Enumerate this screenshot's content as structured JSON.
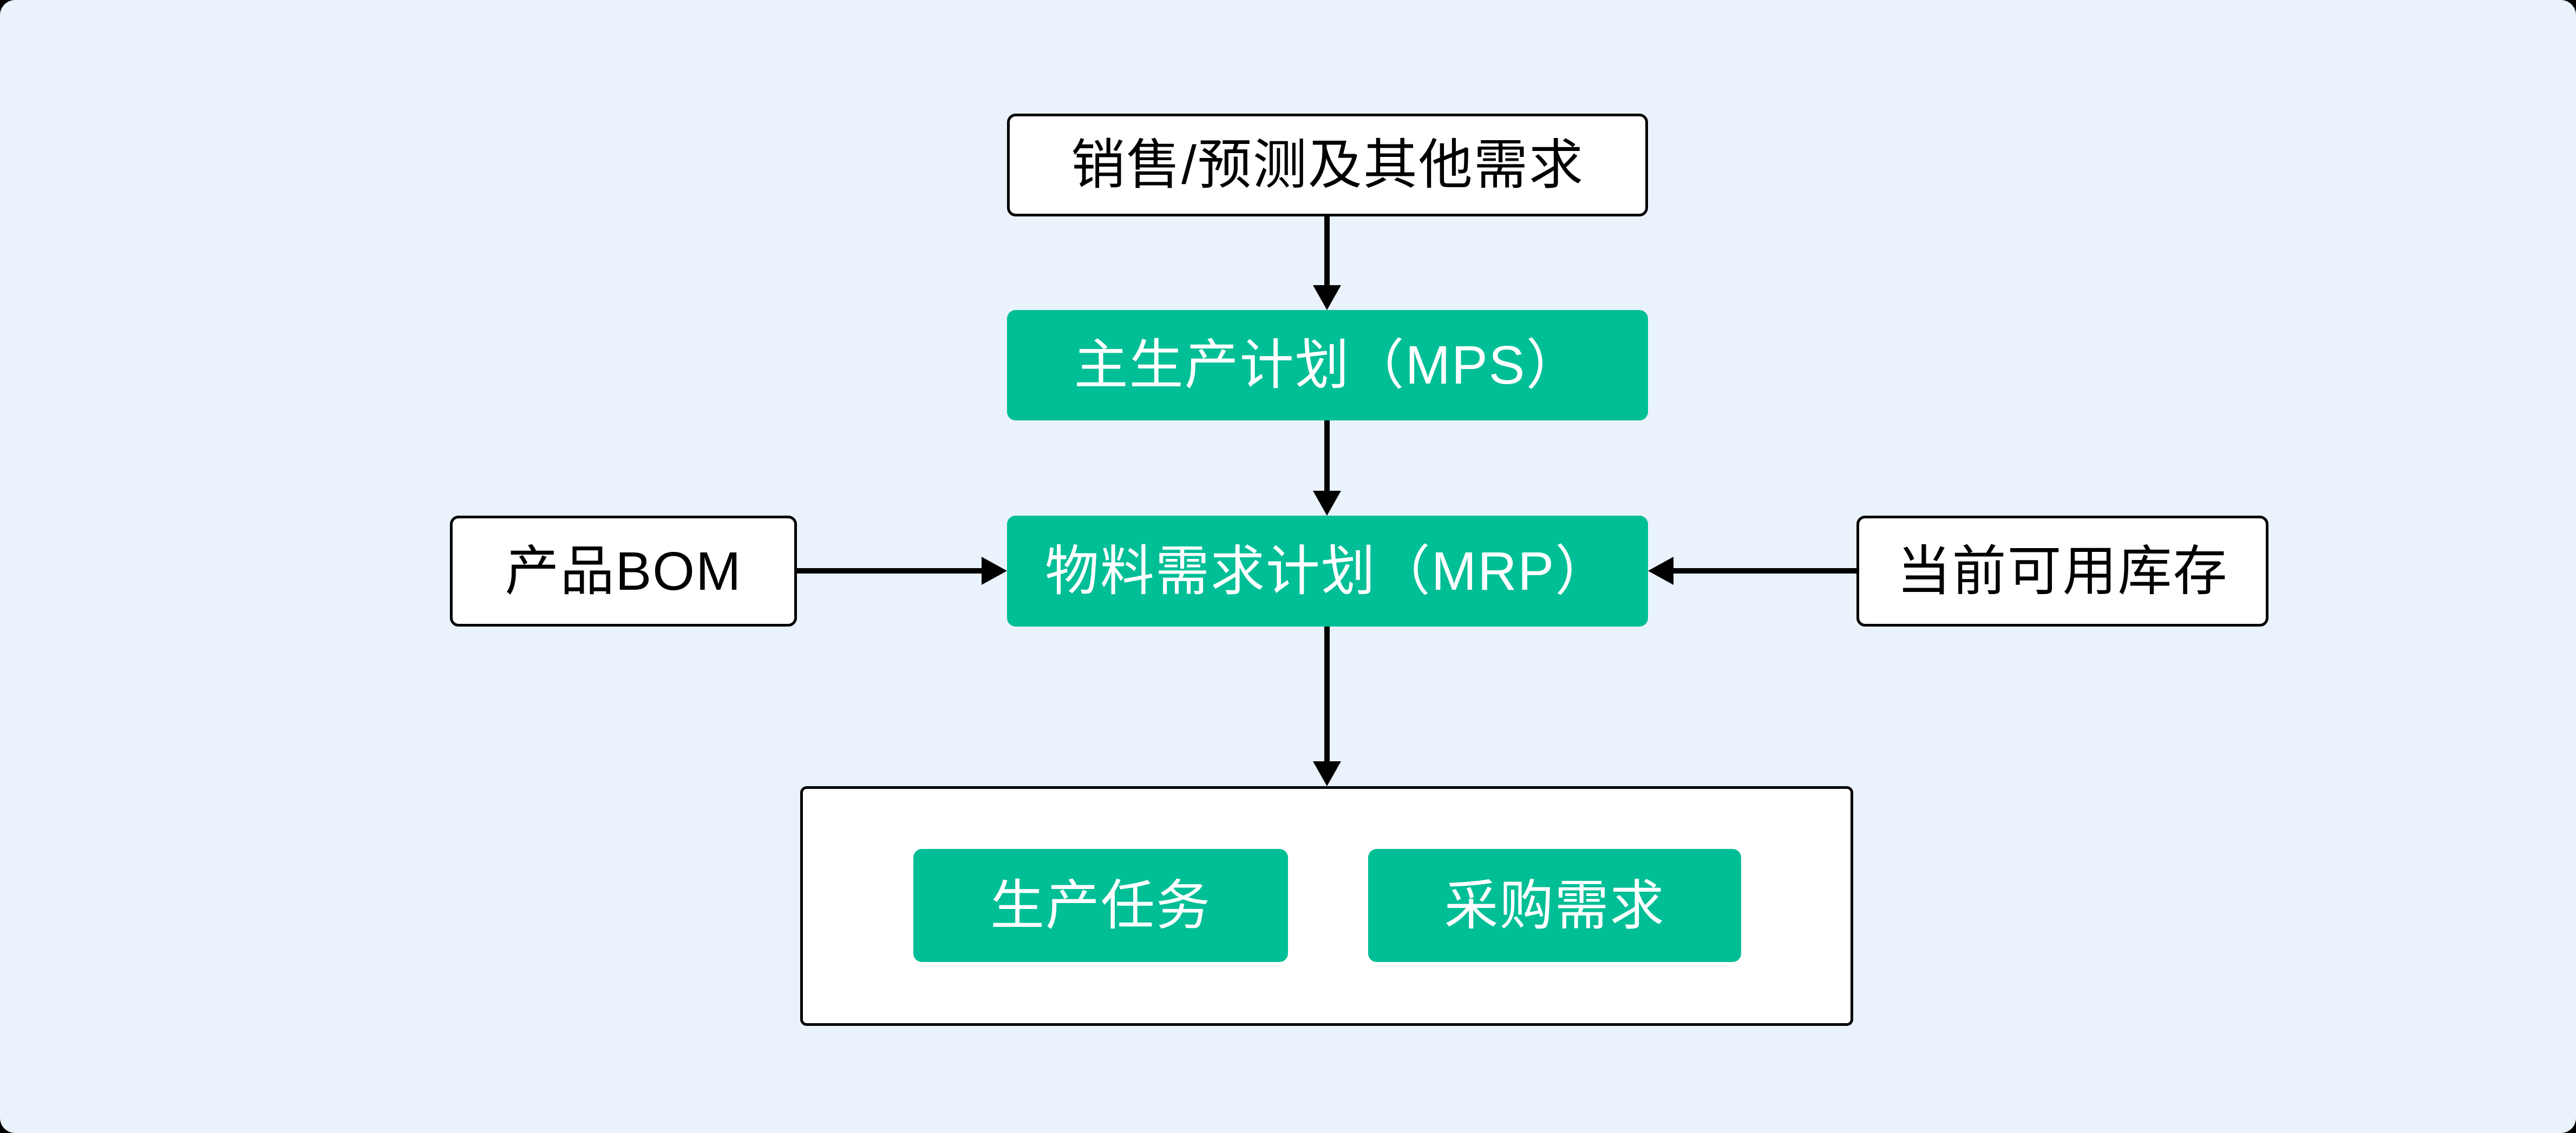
{
  "diagram": {
    "title": "MRP flow diagram",
    "nodes": {
      "demand": {
        "label": "销售/预测及其他需求",
        "style": "white-outline"
      },
      "mps": {
        "label": "主生产计划（MPS）",
        "style": "green-fill"
      },
      "mrp": {
        "label": "物料需求计划（MRP）",
        "style": "green-fill"
      },
      "bom": {
        "label": "产品BOM",
        "style": "white-outline"
      },
      "inventory": {
        "label": "当前可用库存",
        "style": "white-outline"
      },
      "production": {
        "label": "生产任务",
        "style": "green-fill"
      },
      "purchase": {
        "label": "采购需求",
        "style": "green-fill"
      }
    },
    "edges": [
      {
        "from": "demand",
        "to": "mps",
        "direction": "down"
      },
      {
        "from": "mps",
        "to": "mrp",
        "direction": "down"
      },
      {
        "from": "bom",
        "to": "mrp",
        "direction": "right"
      },
      {
        "from": "inventory",
        "to": "mrp",
        "direction": "left"
      },
      {
        "from": "mrp",
        "to": "output",
        "direction": "down"
      }
    ]
  },
  "colors": {
    "green": "#00BE96",
    "canvas_bg": "#EAF2FB",
    "line": "#000000",
    "box_bg": "#FFFFFF",
    "text_dark": "#000000",
    "text_on_green": "#FFFFFF",
    "outer_bg": "#000000"
  }
}
